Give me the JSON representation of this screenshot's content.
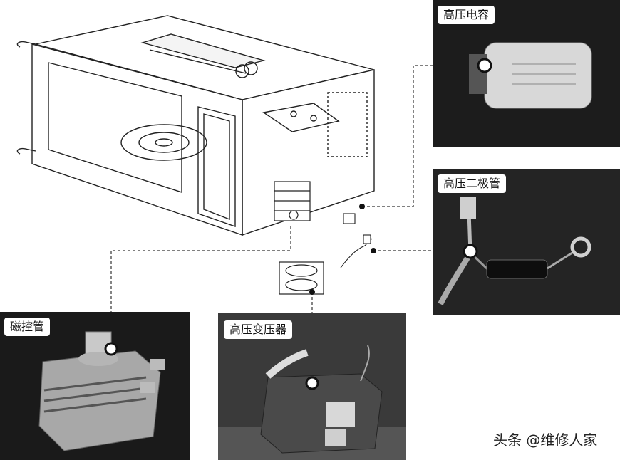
{
  "labels": {
    "capacitor": "高压电容",
    "diode": "高压二极管",
    "magnetron": "磁控管",
    "transformer": "高压变压器"
  },
  "watermark": "头条 @维修人家",
  "colors": {
    "photo_bg": "#1c1c1c",
    "leader": "#333333",
    "line_art": "#222222"
  }
}
